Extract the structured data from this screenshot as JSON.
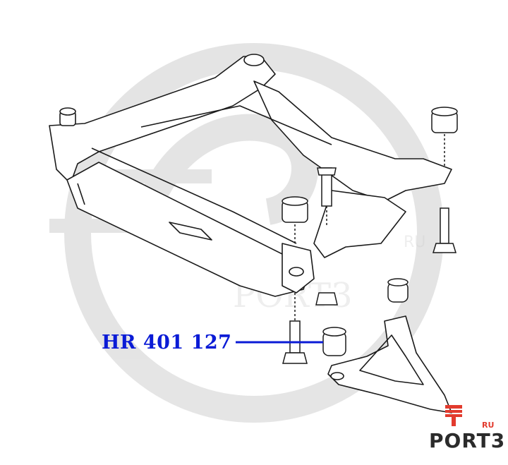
{
  "diagram": {
    "part_number": "HR 401 127",
    "label_color": "#0a1bd6",
    "line_color": "#1a1a1a"
  },
  "brand": {
    "superscript": "RU",
    "wordmark": "PORT3",
    "accent_color": "#e23b2e"
  },
  "watermark": {
    "text": "PORT3",
    "superscript": "RU",
    "color": "#d9d9d9"
  }
}
